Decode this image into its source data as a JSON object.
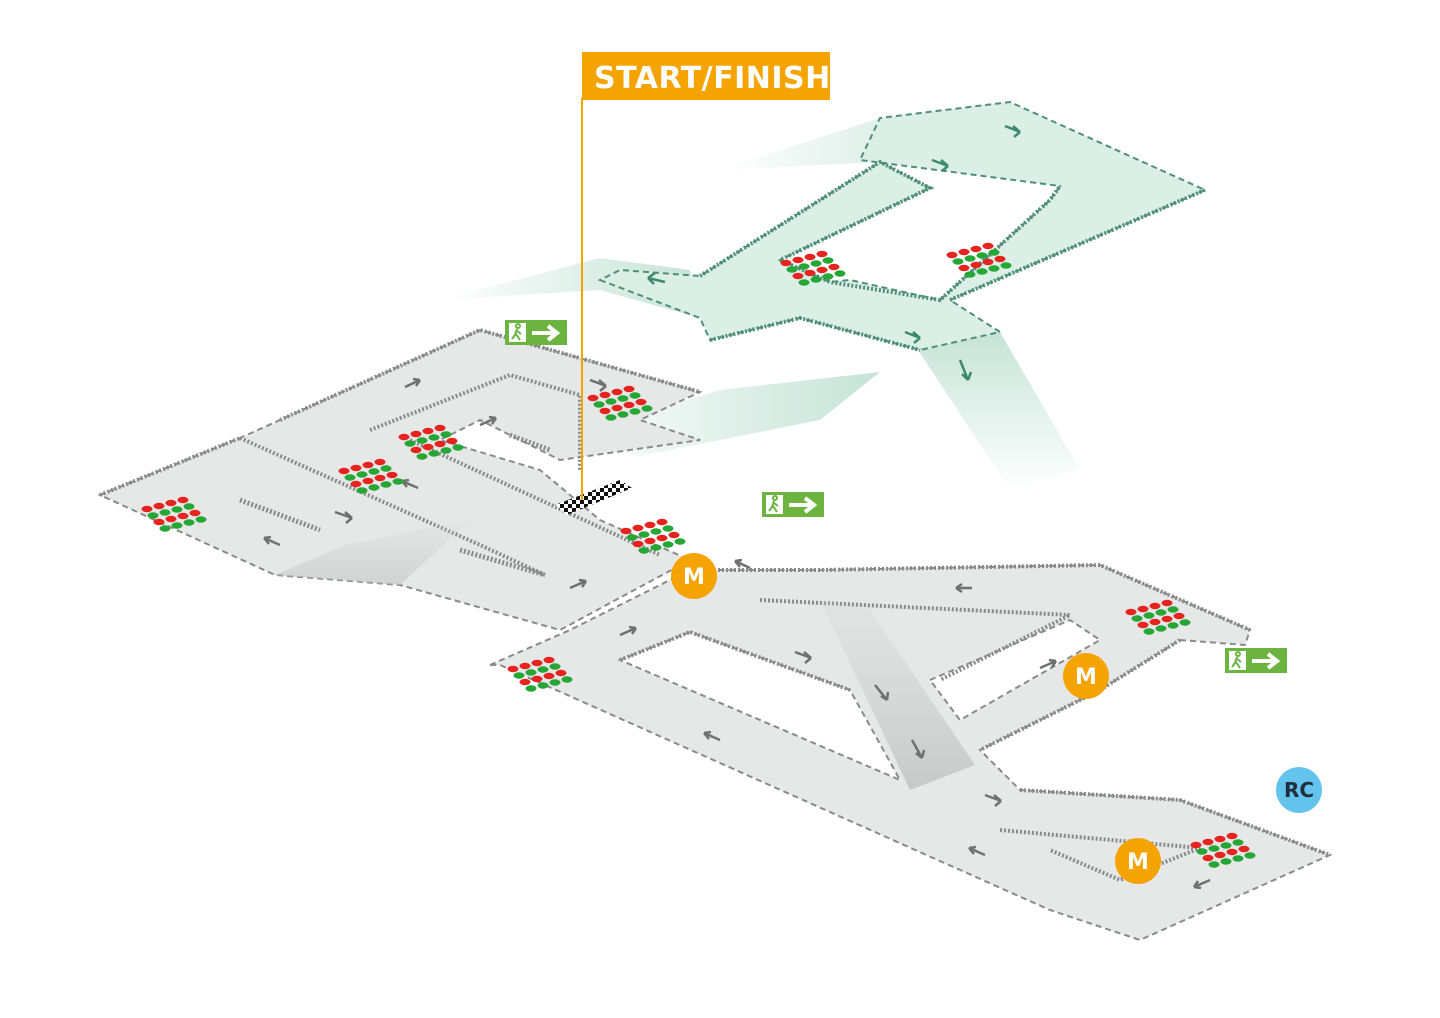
{
  "labels": {
    "start_finish": "START/FINISH"
  },
  "markers": {
    "marshal_label": "M",
    "race_control_label": "RC"
  },
  "icons": {
    "exit_sign": "emergency-exit-arrow-icon",
    "start_grid": "starting-lights-icon",
    "finish_line": "checkered-flag-icon",
    "direction": "direction-arrow-icon"
  },
  "colors": {
    "track_surface": "#e6e8e8",
    "upper_track_surface": "#dcefe7",
    "barrier": "#8a8a8a",
    "upper_barrier": "#4f8f78",
    "start_finish_label": "#f5a300",
    "marshal": "#f5a300",
    "race_control": "#63c3ec",
    "exit_sign": "#6db33f",
    "light_red": "#e52420",
    "light_green": "#25a635"
  }
}
